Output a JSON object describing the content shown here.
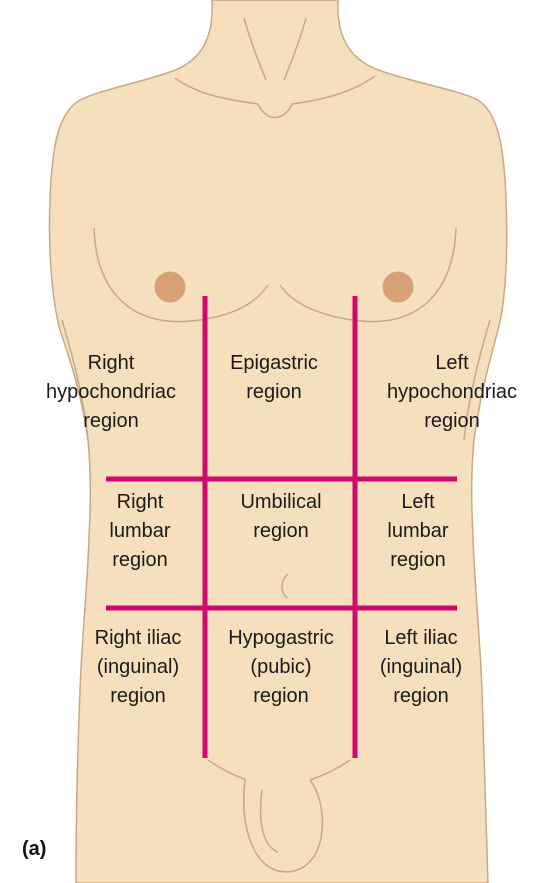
{
  "colors": {
    "skin": "#f6dfbd",
    "skin_outline": "#c9a885",
    "nipple": "#d9a074",
    "grid_line": "#d0086e",
    "text": "#1a1a1a"
  },
  "regions": {
    "right_hypochondriac": "Right\nhypochondriac\nregion",
    "epigastric": "Epigastric\nregion",
    "left_hypochondriac": "Left\nhypochondriac\nregion",
    "right_lumbar": "Right\nlumbar\nregion",
    "umbilical": "Umbilical\nregion",
    "left_lumbar": "Left\nlumbar\nregion",
    "right_iliac": "Right iliac\n(inguinal)\nregion",
    "hypogastric": "Hypogastric\n(pubic)\nregion",
    "left_iliac": "Left iliac\n(inguinal)\nregion"
  },
  "panel_label": "(a)"
}
